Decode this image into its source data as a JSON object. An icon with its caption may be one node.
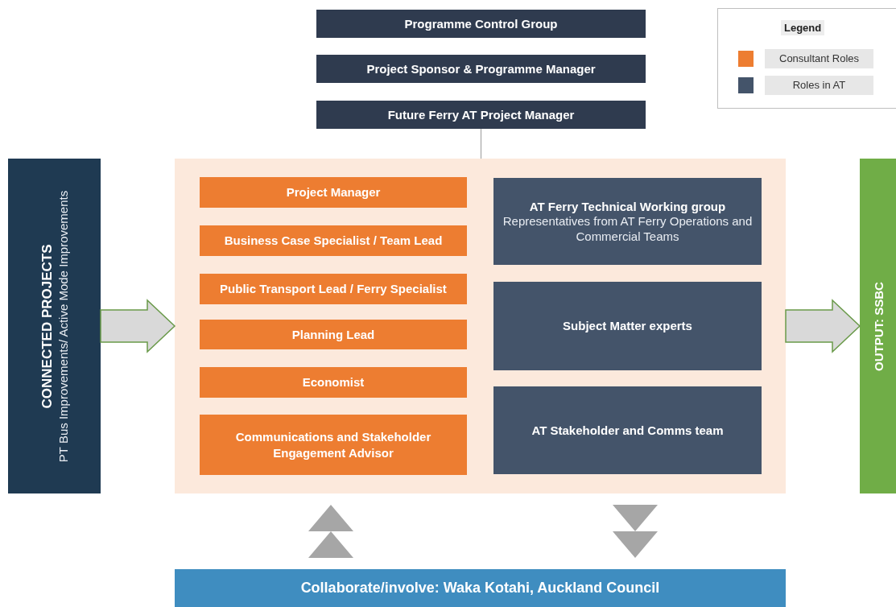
{
  "diagram": {
    "nodes": [
      {
        "text": [
          "Programme Control Group"
        ]
      },
      {
        "text": [
          "Project Sponsor & Programme Manager"
        ]
      },
      {
        "text": [
          "Future Ferry AT Project Manager"
        ]
      },
      {
        "text": [
          "CONNECTED PROJECTS",
          "PT Bus Improvements/ Active Mode Improvements"
        ]
      },
      {
        "text": [],
        "shape": "box"
      },
      {
        "text": [
          "Project Manager"
        ],
        "in": 4
      },
      {
        "text": [
          "Business Case Specialist / Team Lead"
        ],
        "in": 4
      },
      {
        "text": [
          "Public Transport Lead / Ferry Specialist"
        ],
        "in": 4
      },
      {
        "text": [
          "Planning Lead"
        ],
        "in": 4
      },
      {
        "text": [
          "Economist"
        ],
        "in": 4
      },
      {
        "text": [
          "Communications and Stakeholder Engagement Advisor"
        ],
        "in": 4
      },
      {
        "text": [
          "AT Ferry Technical Working group",
          "Representatives from AT Ferry Operations and Commercial Teams"
        ],
        "in": 4
      },
      {
        "text": [
          "Subject Matter experts"
        ],
        "in": 4
      },
      {
        "text": [
          "AT Stakeholder and Comms team"
        ],
        "in": 4
      },
      {
        "text": [
          "OUTPUT: SSBC"
        ]
      },
      {
        "text": [
          "Collaborate/involve: Waka Kotahi, Auckland Council"
        ]
      }
    ],
    "edges": [
      {
        "from": 2,
        "to": 4,
        "arrow": "none"
      },
      {
        "from": 3,
        "to": 4,
        "arrow": "to",
        "style": "thick"
      },
      {
        "from": 4,
        "to": 14,
        "arrow": "to",
        "style": "thick"
      },
      {
        "from": 15,
        "to": 4,
        "arrow": "to",
        "style": "thick"
      },
      {
        "from": 4,
        "to": 15,
        "arrow": "to",
        "style": "thick"
      }
    ],
    "labels": [
      "Legend"
    ],
    "legend": [
      {
        "text": "Consultant Roles",
        "color": "#ed7d31"
      },
      {
        "text": "Roles in AT",
        "color": "#44546a"
      }
    ]
  }
}
